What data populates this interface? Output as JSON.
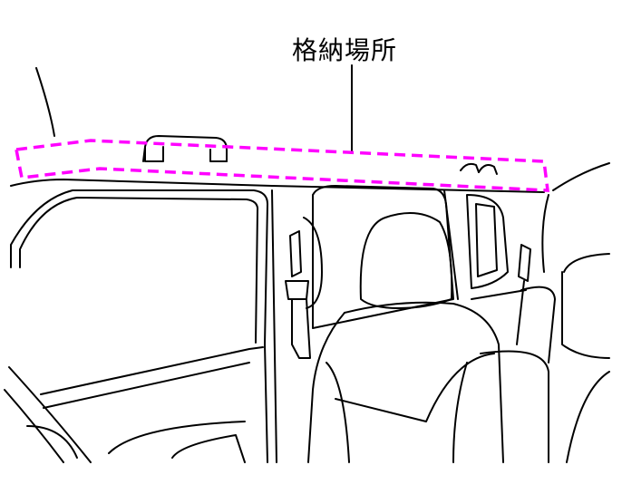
{
  "callout": {
    "label": "格納場所"
  },
  "colors": {
    "highlight": "#ff00ff",
    "line": "#000000"
  },
  "icons": [
    "car-interior-illustration",
    "storage-area-highlight",
    "leader-line"
  ]
}
